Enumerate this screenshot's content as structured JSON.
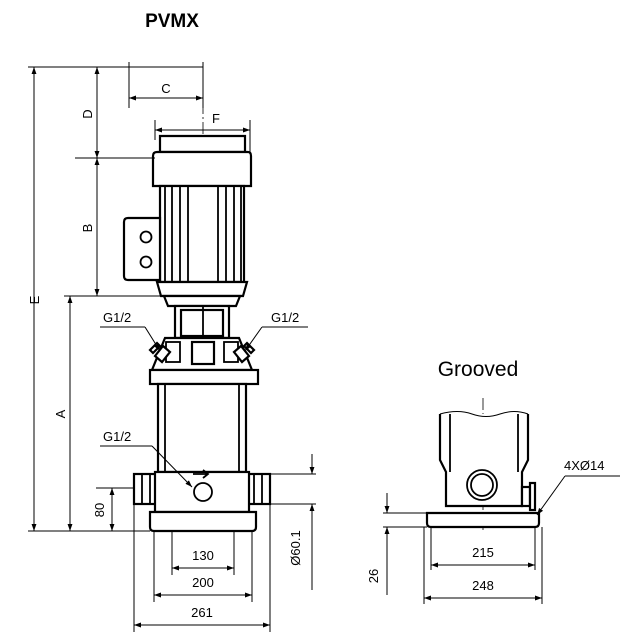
{
  "title": "PVMX",
  "grooved_view": {
    "title": "Grooved",
    "hole_label": "4XØ14",
    "dims": {
      "height": "26",
      "inner_width": "215",
      "outer_width": "248"
    }
  },
  "main_view": {
    "dims": {
      "A": "A",
      "B": "B",
      "C": "C",
      "D": "D",
      "E": "E",
      "F": "F",
      "inlet_height": "80",
      "diameter": "Ø60.1",
      "w130": "130",
      "w200": "200",
      "w261": "261"
    },
    "ports": {
      "port_left": "G1/2",
      "port_right": "G1/2",
      "port_lower": "G1/2"
    }
  }
}
